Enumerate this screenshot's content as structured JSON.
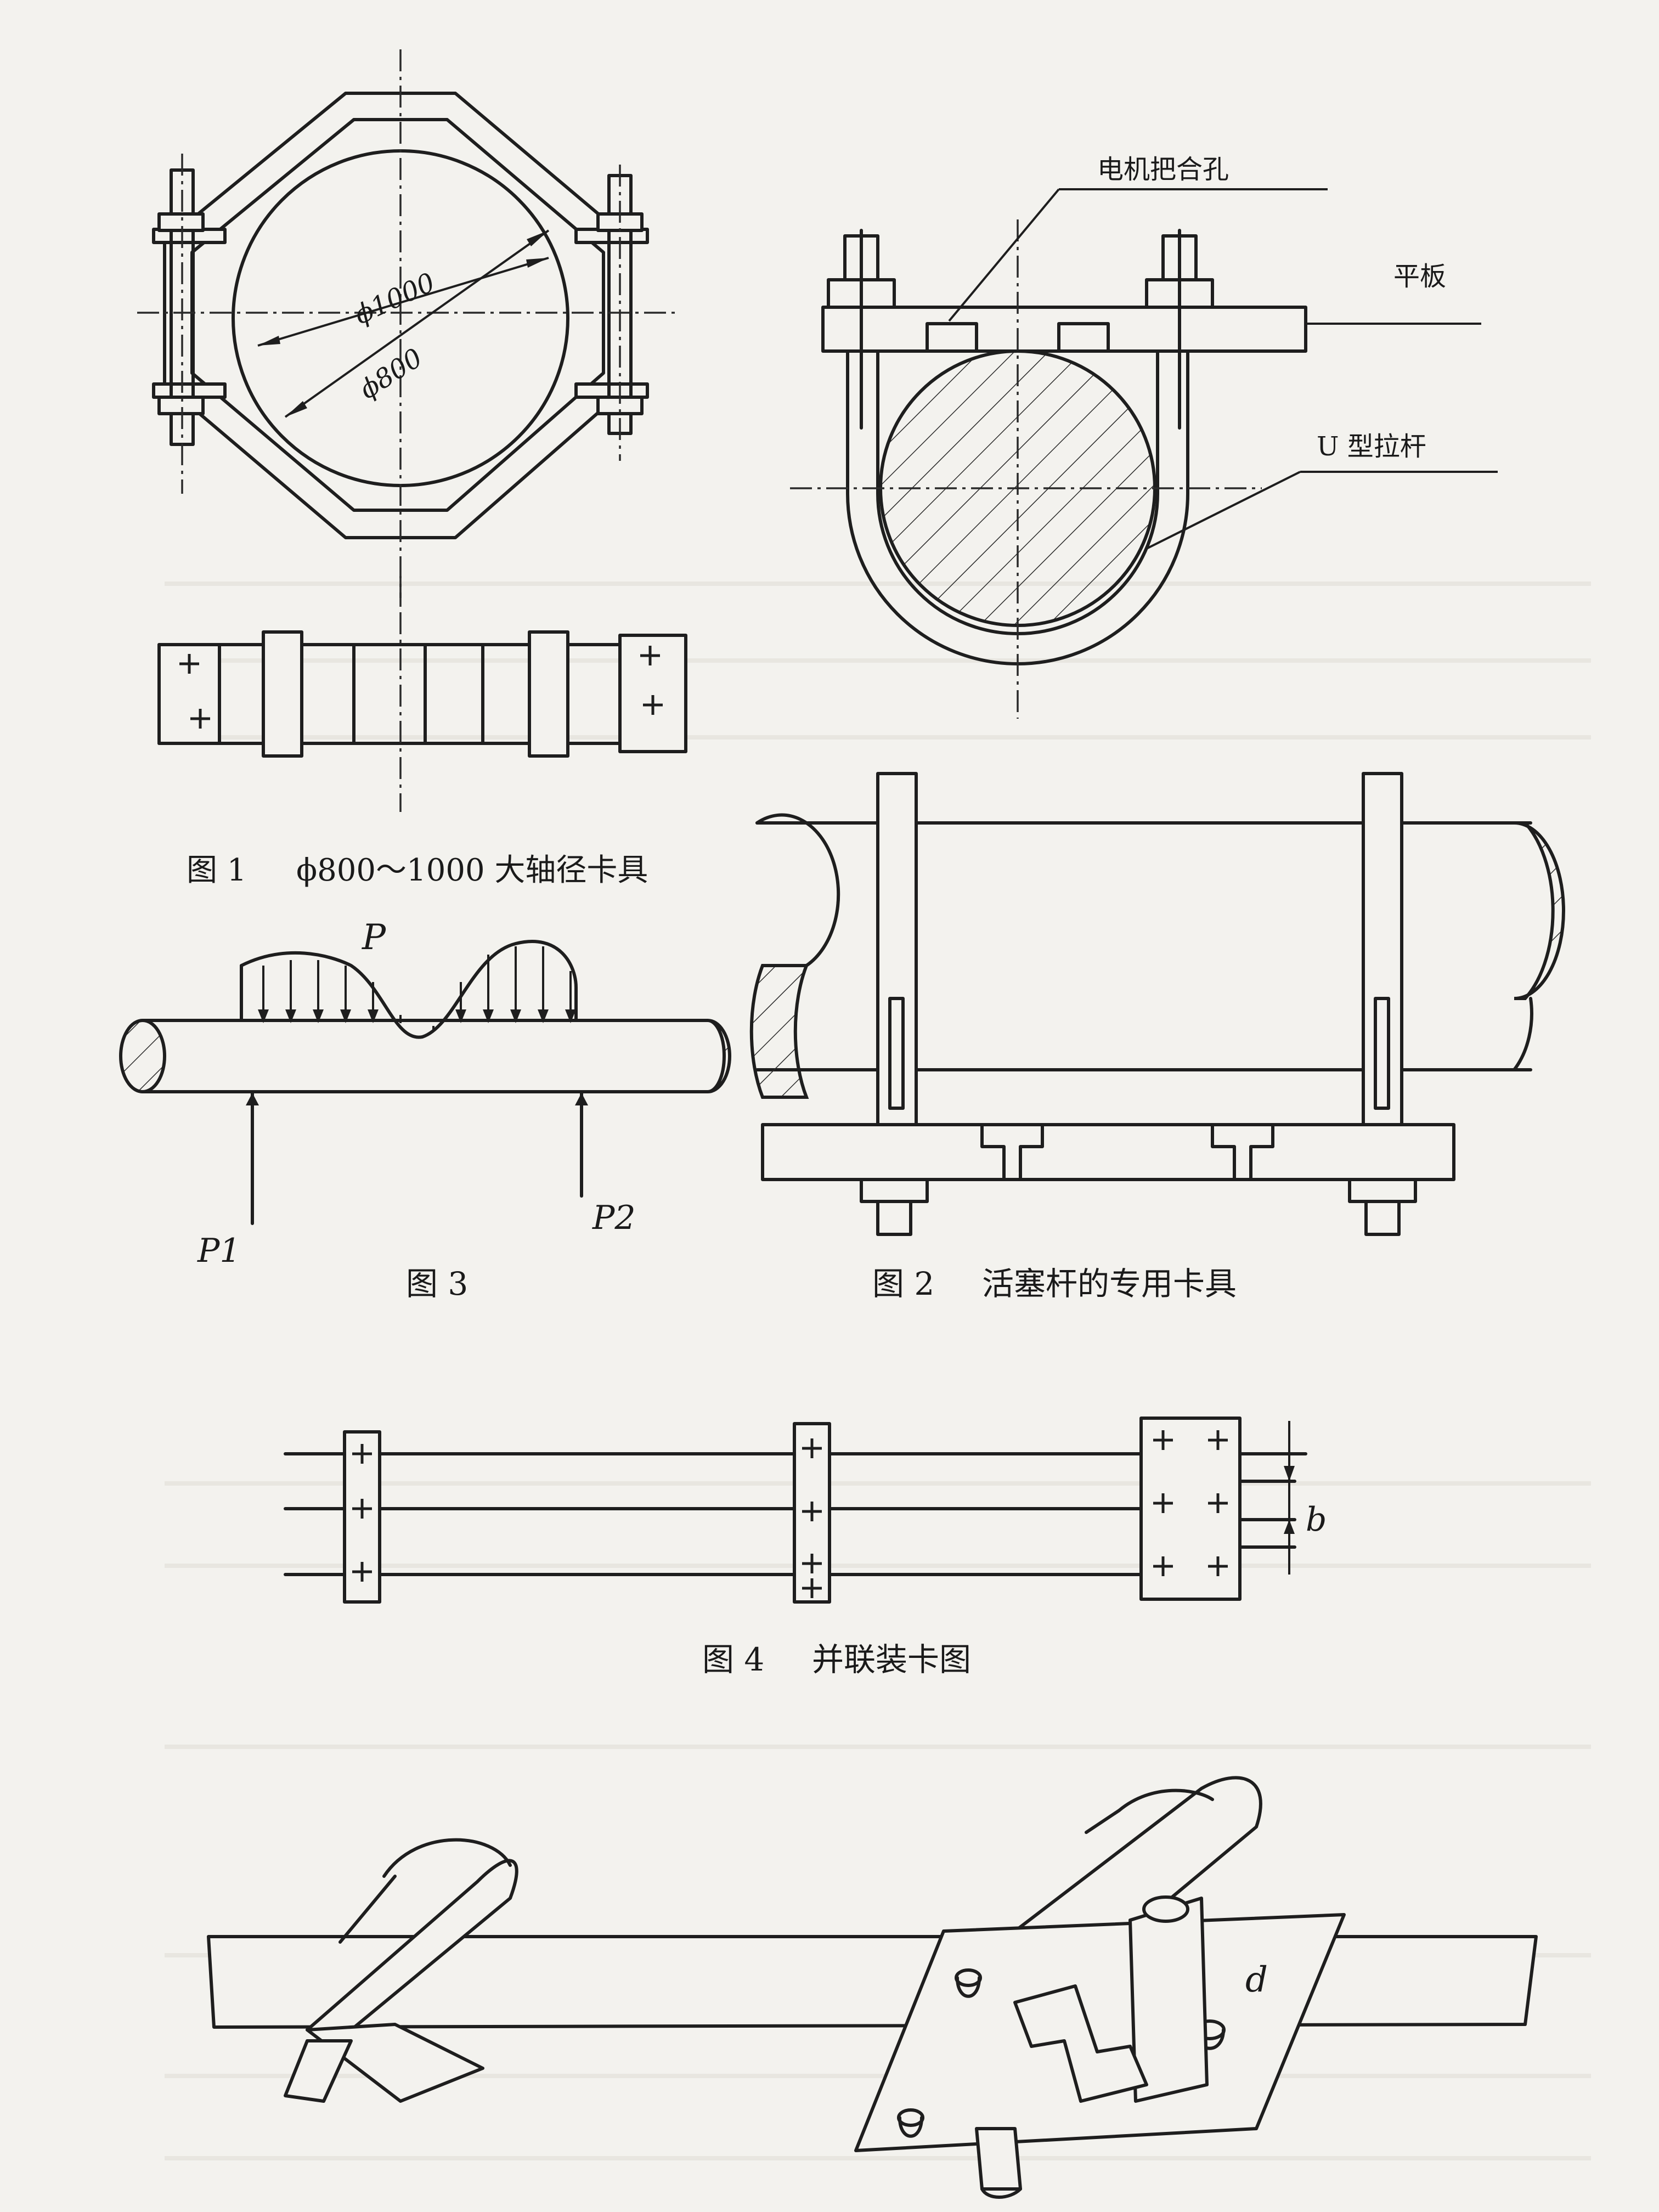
{
  "figures": {
    "fig1": {
      "dim_outer": "ϕ1000",
      "dim_inner": "ϕ800",
      "caption_no": "图 1",
      "caption_text": "ϕ800～1000 大轴径卡具"
    },
    "fig2": {
      "callout_hole": "电机把合孔",
      "callout_plate": "平板",
      "callout_ubolt": "U 型拉杆",
      "caption_no": "图 2",
      "caption_text": "活塞杆的专用卡具"
    },
    "fig3": {
      "load_label": "P",
      "support_left": "P1",
      "support_right": "P2",
      "caption_no": "图 3"
    },
    "fig4": {
      "dim_b": "b",
      "caption_no": "图 4",
      "caption_text": "并联装卡图"
    },
    "fig5": {
      "plate_mark": "d"
    }
  },
  "colors": {
    "ink": "#1e1e1e",
    "paper": "#f3f2ee",
    "bleed_through": "#cfcdc6"
  },
  "icons": {
    "bolt": "bolt-cross-icon",
    "hatch": "section-hatch"
  }
}
